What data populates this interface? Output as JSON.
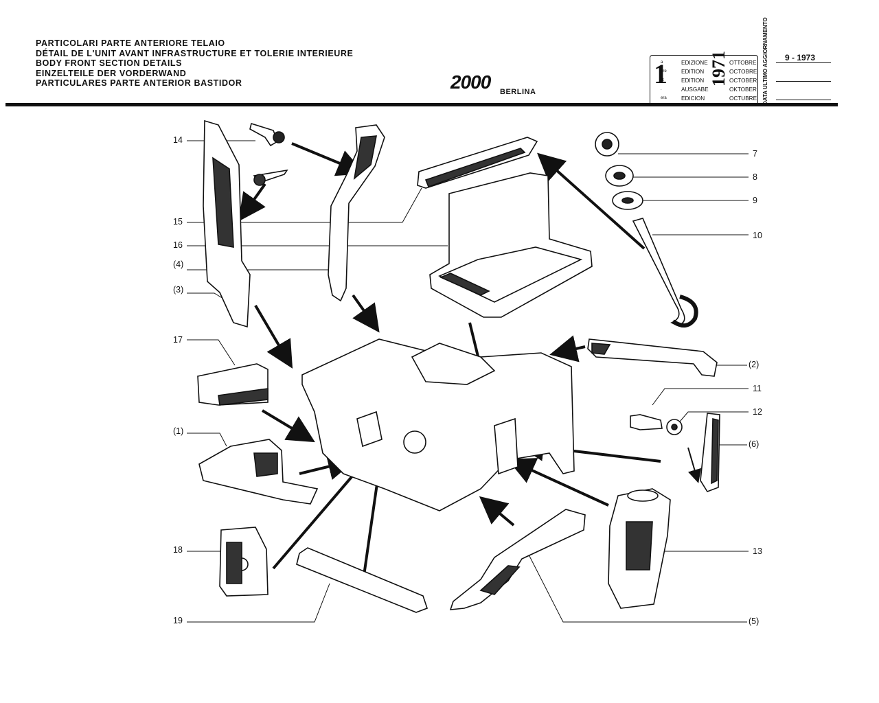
{
  "header": {
    "titles": [
      "PARTICOLARI PARTE ANTERIORE TELAIO",
      "DÉTAIL DE L'UNIT AVANT INFRASTRUCTURE ET TOLERIE INTERIEURE",
      "BODY FRONT SECTION DETAILS",
      "EINZELTEILE DER VORDERWAND",
      "PARTICULARES PARTE ANTERIOR BASTIDOR"
    ],
    "logo": "2000",
    "model": "BERLINA"
  },
  "edition_box": {
    "number": "1",
    "ordinals": [
      "a",
      "ere",
      "st",
      ".",
      "era"
    ],
    "edition_words": [
      "EDIZIONE",
      "EDITION",
      "EDITION",
      "AUSGABE",
      "EDICION"
    ],
    "month_words": [
      "OTTOBRE",
      "OCTOBRE",
      "OCTOBER",
      "OKTOBER",
      "OCTUBRE"
    ],
    "year": "1971",
    "update_label": "DATA ULTIMO AGGIORNAMENTO",
    "update_date": "9 - 1973"
  },
  "callouts": {
    "left": [
      "14",
      "15",
      "16",
      "(4)",
      "(3)",
      "17",
      "(1)",
      "18",
      "19"
    ],
    "right": [
      "7",
      "8",
      "9",
      "10",
      "(2)",
      "11",
      "12",
      "(6)",
      "13",
      "(5)"
    ]
  }
}
